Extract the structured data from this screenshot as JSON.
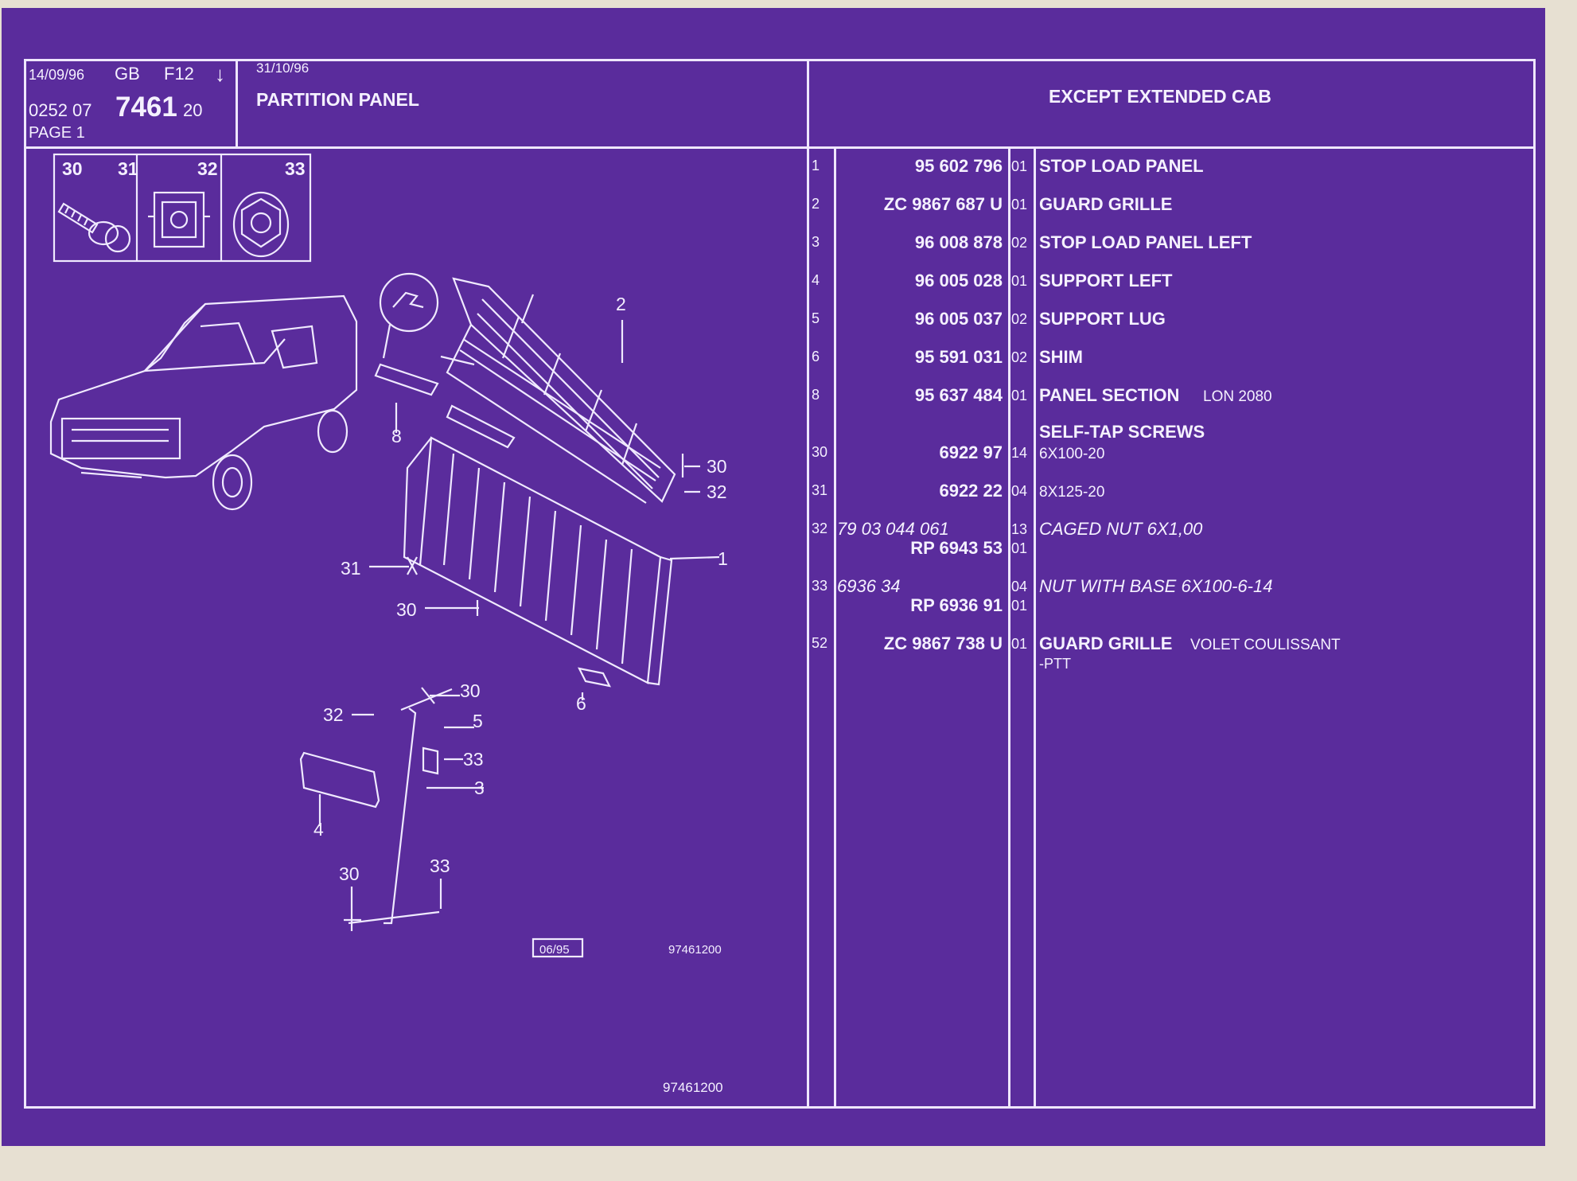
{
  "header": {
    "date_1": "14/09/96",
    "lang": "GB",
    "folio": "F12",
    "arrow": "↓",
    "code_prefix": "0252  07",
    "code_main": "7461",
    "code_suffix": "20",
    "page": "PAGE  1",
    "date_2": "31/10/96",
    "title": "PARTITION PANEL",
    "condition": "EXCEPT  EXTENDED CAB"
  },
  "fastener_box": {
    "labels": [
      "30",
      "31",
      "32",
      "33"
    ]
  },
  "parts": [
    {
      "ref": "1",
      "prefix": "",
      "number": "95 602 796",
      "qty": "01",
      "name": "STOP LOAD PANEL",
      "note": "",
      "sub": "",
      "italic": false
    },
    {
      "ref": "2",
      "prefix": "",
      "number": "ZC 9867 687 U",
      "qty": "01",
      "name": "GUARD GRILLE",
      "note": "",
      "sub": "",
      "italic": false
    },
    {
      "ref": "3",
      "prefix": "",
      "number": "96 008 878",
      "qty": "02",
      "name": "STOP LOAD PANEL LEFT",
      "note": "",
      "sub": "",
      "italic": false
    },
    {
      "ref": "4",
      "prefix": "",
      "number": "96 005 028",
      "qty": "01",
      "name": "SUPPORT LEFT",
      "note": "",
      "sub": "",
      "italic": false
    },
    {
      "ref": "5",
      "prefix": "",
      "number": "96 005 037",
      "qty": "02",
      "name": "SUPPORT LUG",
      "note": "",
      "sub": "",
      "italic": false
    },
    {
      "ref": "6",
      "prefix": "",
      "number": "95 591 031",
      "qty": "02",
      "name": "SHIM",
      "note": "",
      "sub": "",
      "italic": false
    },
    {
      "ref": "8",
      "prefix": "",
      "number": "95 637 484",
      "qty": "01",
      "name": "PANEL SECTION",
      "note": "LON 2080",
      "sub": "",
      "italic": false
    },
    {
      "ref": "",
      "prefix": "",
      "number": "",
      "qty": "",
      "name": "SELF-TAP SCREWS",
      "note": "",
      "sub": "",
      "italic": false
    },
    {
      "ref": "30",
      "prefix": "",
      "number": "6922 97",
      "qty": "14",
      "name": "",
      "note": "6X100-20",
      "sub": "",
      "italic": false
    },
    {
      "ref": "31",
      "prefix": "",
      "number": "6922 22",
      "qty": "04",
      "name": "",
      "note": "8X125-20",
      "sub": "",
      "italic": false
    },
    {
      "ref": "32",
      "prefix": "79 03 044 061",
      "number": "RP  6943 53",
      "qty": "13",
      "qty2": "01",
      "name": "CAGED NUT 6X1,00",
      "note": "",
      "sub": "",
      "italic": true
    },
    {
      "ref": "33",
      "prefix": "6936 34",
      "number": "RP  6936 91",
      "qty": "04",
      "qty2": "01",
      "name": "NUT WITH BASE 6X100-6-14",
      "note": "",
      "sub": "",
      "italic": true
    },
    {
      "ref": "52",
      "prefix": "",
      "number": "ZC 9867 738 U",
      "qty": "01",
      "name": "GUARD GRILLE",
      "note": "VOLET COULISSANT",
      "sub": "-PTT",
      "italic": false
    }
  ],
  "callouts": {
    "c1": "1",
    "c2": "2",
    "c3": "3",
    "c4": "4",
    "c5": "5",
    "c6": "6",
    "c8": "8",
    "c30a": "30",
    "c32a": "32",
    "c31": "31",
    "c30b": "30",
    "c30c": "30",
    "c32b": "32",
    "c33a": "33",
    "c30d": "30",
    "c33b": "33"
  },
  "footer": {
    "date_box": "06/95",
    "drawing_ref_1": "97461200",
    "drawing_ref_2": "97461200"
  }
}
